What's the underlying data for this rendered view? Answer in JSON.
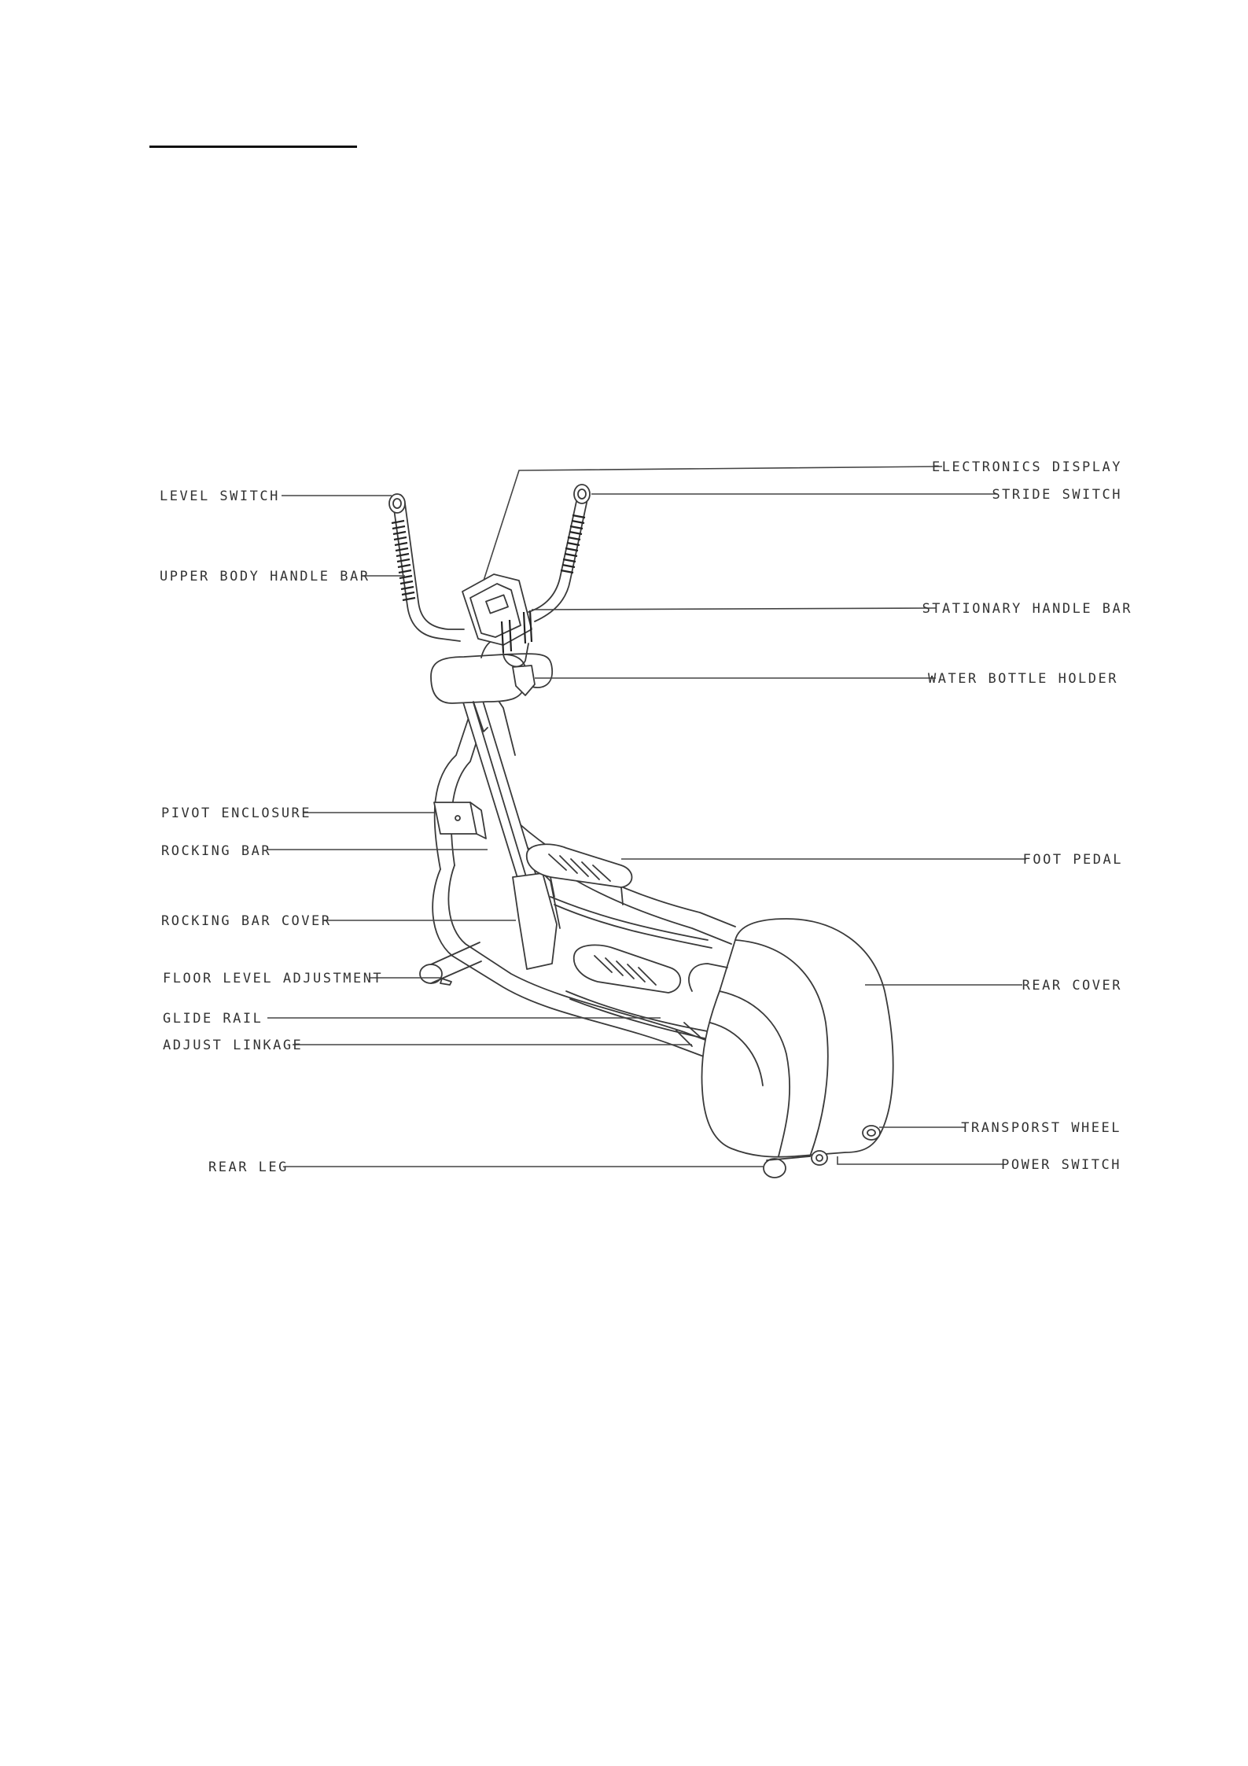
{
  "diagram": {
    "labels": {
      "level_switch": "LEVEL SWITCH",
      "upper_body_handle_bar": "UPPER BODY HANDLE BAR",
      "pivot_enclosure": "PIVOT ENCLOSURE",
      "rocking_bar": "ROCKING BAR",
      "rocking_bar_cover": "ROCKING BAR COVER",
      "floor_level_adjustment": "FLOOR LEVEL ADJUSTMENT",
      "glide_rail": "GLIDE RAIL",
      "adjust_linkage": "ADJUST LINKAGE",
      "rear_leg": "REAR LEG",
      "electronics_display": "ELECTRONICS DISPLAY",
      "stride_switch": "STRIDE SWITCH",
      "stationary_handle_bar": "STATIONARY HANDLE BAR",
      "water_bottle_holder": "WATER BOTTLE HOLDER",
      "foot_pedal": "FOOT PEDAL",
      "rear_cover": "REAR COVER",
      "transport_wheel": "TRANSPORST WHEEL",
      "power_switch": "POWER SWITCH"
    }
  }
}
